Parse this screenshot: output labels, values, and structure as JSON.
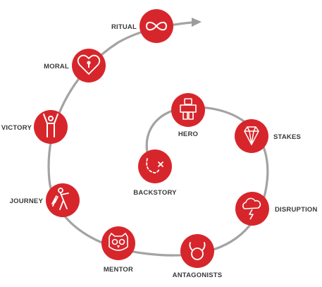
{
  "stages": [
    {
      "label": "HERO",
      "icon": "lego-figure-icon"
    },
    {
      "label": "STAKES",
      "icon": "diamond-icon"
    },
    {
      "label": "DISRUPTION",
      "icon": "storm-cloud-lightning-icon"
    },
    {
      "label": "ANTAGONISTS",
      "icon": "horned-devil-icon"
    },
    {
      "label": "MENTOR",
      "icon": "owl-icon"
    },
    {
      "label": "JOURNEY",
      "icon": "walking-figure-icon"
    },
    {
      "label": "VICTORY",
      "icon": "arms-raised-figure-icon"
    },
    {
      "label": "MORAL",
      "icon": "heart-keyhole-icon"
    },
    {
      "label": "RITUAL",
      "icon": "infinity-loop-icon"
    },
    {
      "label": "BACKSTORY",
      "icon": "treasure-map-path-icon"
    }
  ],
  "colors": {
    "node": "#d7262b",
    "icon_stroke": "#ffffff",
    "spiral": "#a3a3a3",
    "arrow": "#9c9c9c",
    "label": "#3a3a3a"
  }
}
